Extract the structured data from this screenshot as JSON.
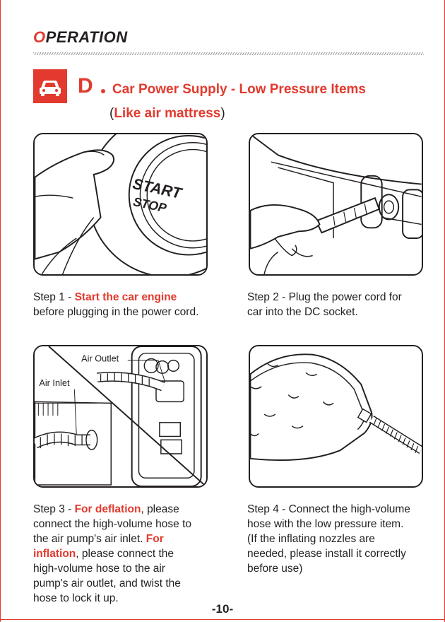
{
  "header": {
    "title_first": "O",
    "title_rest": "PERATION"
  },
  "section": {
    "letter": "D",
    "title": "Car Power Supply - Low Pressure Items",
    "subtitle_open": "(",
    "subtitle_main": "Like air mattress",
    "subtitle_close": ")",
    "icon": "car-icon"
  },
  "panels": {
    "p1": {
      "button_line1": "START",
      "button_line2": "STOP"
    },
    "p3": {
      "air_outlet_label": "Air Outlet",
      "air_inlet_label": "Air Inlet"
    }
  },
  "steps": [
    {
      "prefix": "Step 1 - ",
      "highlight": "Start the car engine",
      "rest_line1": "",
      "rest": "before plugging in the power cord."
    },
    {
      "line1": "Step 2 - Plug the power cord for",
      "line2": "car into the DC socket."
    },
    {
      "prefix": "Step 3 - ",
      "highlight1": "For deflation",
      "after1": ", please",
      "line2": "connect the high-volume hose to",
      "line3_pre": "the air pump's air inlet. ",
      "highlight2_a": "For",
      "highlight2_b": "inflation",
      "after2": ", please connect the",
      "line5": "high-volume hose to the air",
      "line6": "pump's air outlet, and twist the",
      "line7": "hose to lock it up."
    },
    {
      "line1": "Step 4 - Connect the high-volume",
      "line2": "hose with the low pressure item.",
      "line3": "(If the inflating nozzles are",
      "line4": "needed, please install it correctly",
      "line5": "before use)"
    }
  ],
  "footer": {
    "page_number": "-10-"
  },
  "colors": {
    "accent": "#e23a2e",
    "text": "#231f20"
  }
}
